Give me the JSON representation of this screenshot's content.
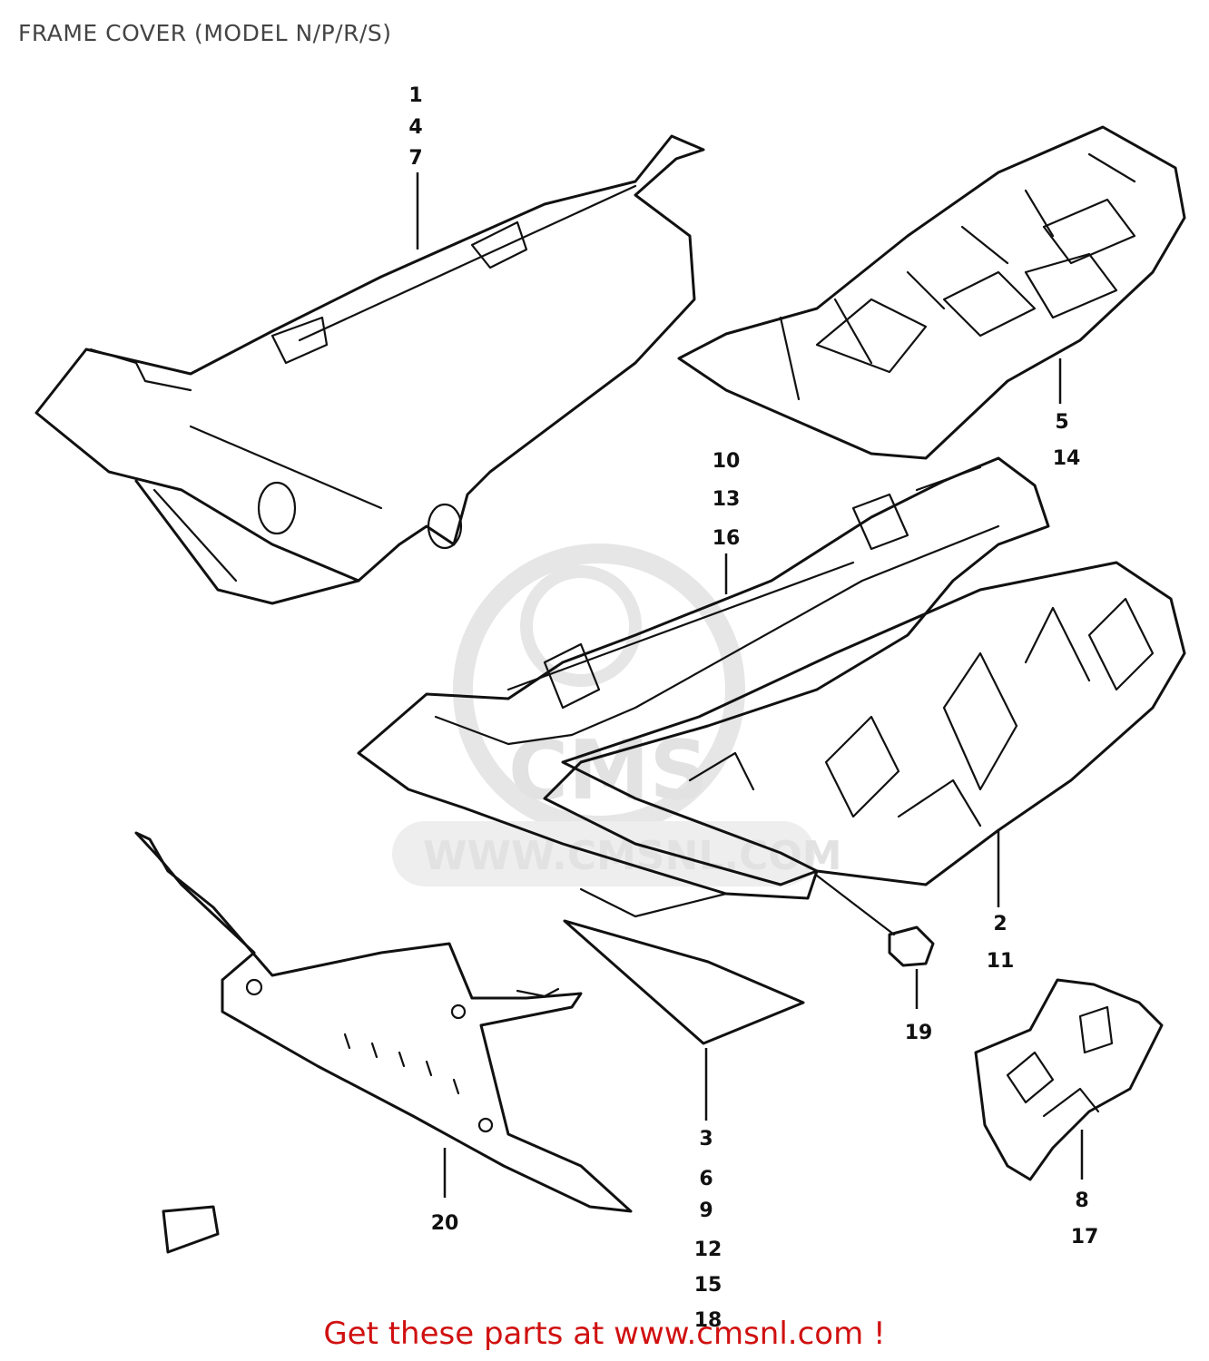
{
  "title": "FRAME COVER (MODEL N/P/R/S)",
  "footer": "Get these parts at www.cmsnl.com !",
  "watermark": {
    "brand": "CMS",
    "url": "WWW.CMSNL.COM"
  },
  "callouts": {
    "c1": [
      "1",
      "4",
      "7"
    ],
    "c5": [
      "5",
      "14"
    ],
    "c10": [
      "10",
      "13",
      "16"
    ],
    "c2": [
      "2",
      "11"
    ],
    "c19": [
      "19"
    ],
    "c20": [
      "20"
    ],
    "c3": [
      "3",
      "6",
      "9",
      "12",
      "15",
      "18"
    ],
    "c8": [
      "8",
      "17"
    ]
  },
  "colors": {
    "footer": "#d01010",
    "title": "#444444",
    "lines": "#111111",
    "watermark": "#e2e2e2"
  }
}
